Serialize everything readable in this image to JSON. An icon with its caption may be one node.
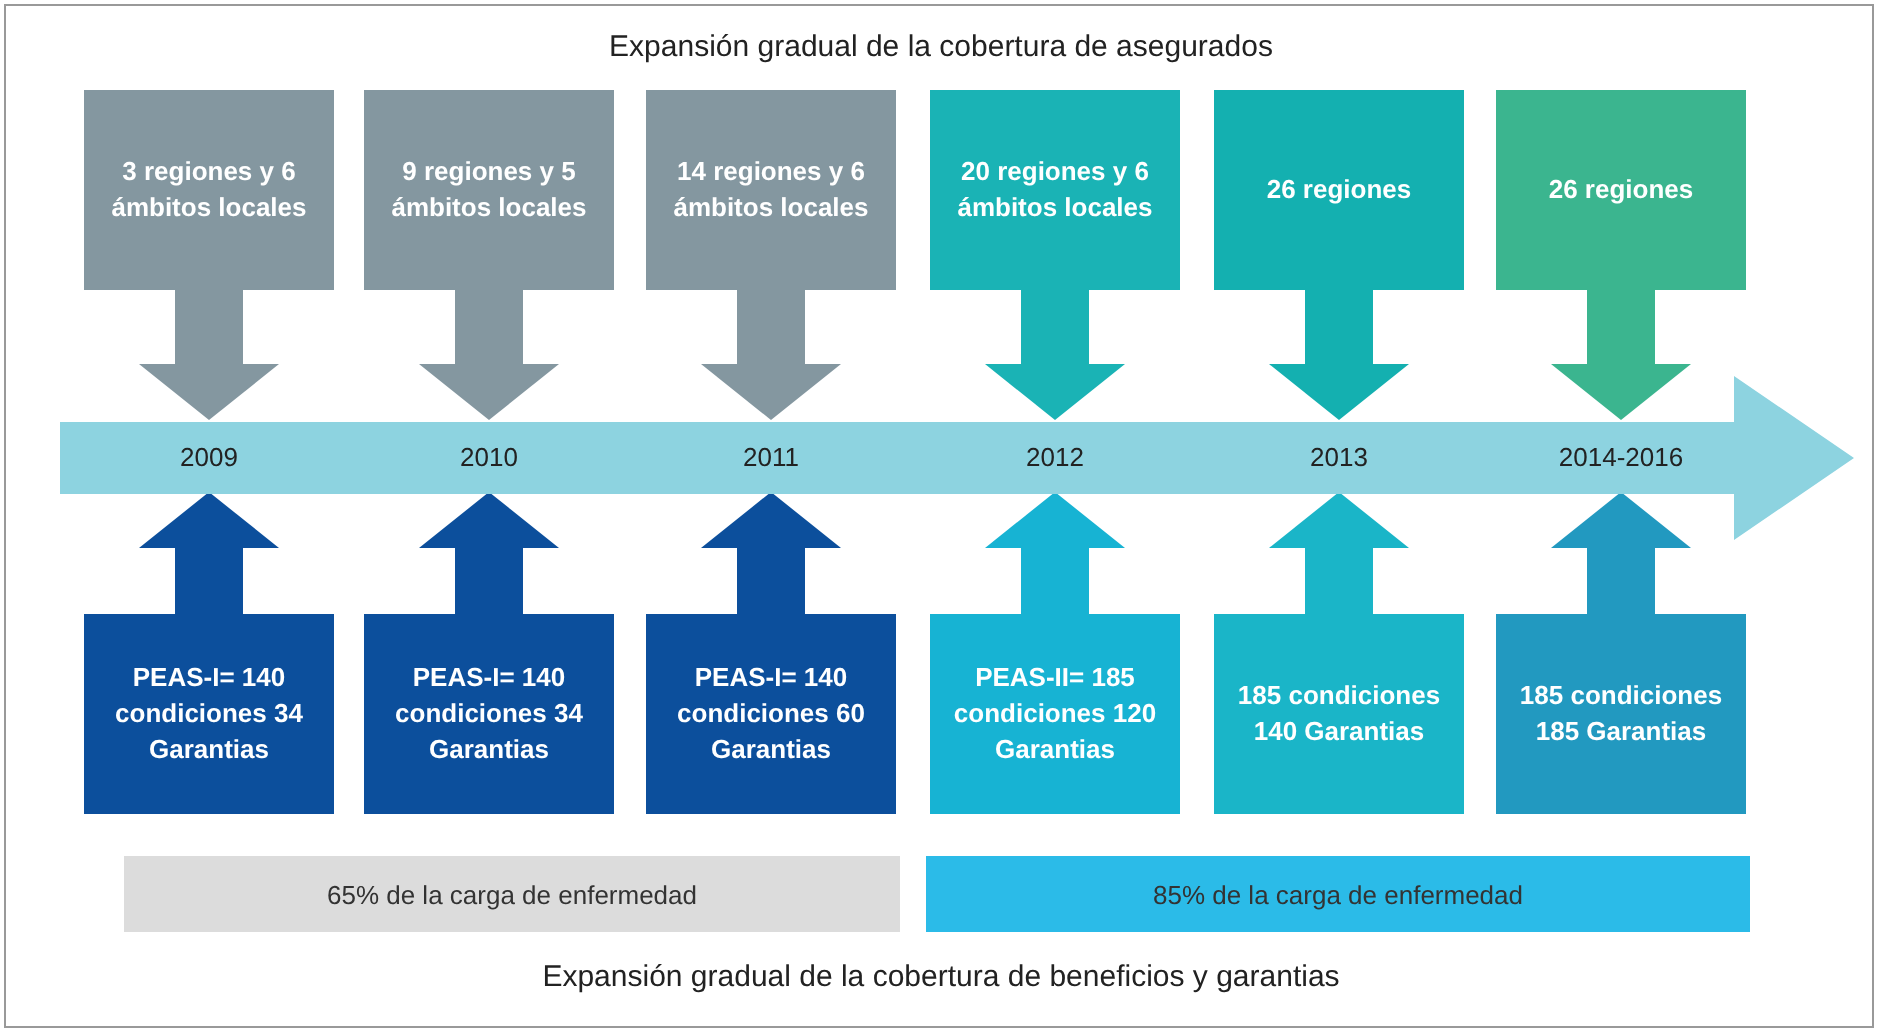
{
  "diagram": {
    "title": "Expansión gradual de la cobertura de asegurados",
    "caption": "Expansión gradual de la cobertura de beneficios y garantias",
    "nodes": [
      {
        "text": [
          "3 regiones y 6 ámbitos locales"
        ]
      },
      {
        "text": [
          "9 regiones y 5 ámbitos locales"
        ]
      },
      {
        "text": [
          "14 regiones y 6 ámbitos locales"
        ]
      },
      {
        "text": [
          "20 regiones y 6 ámbitos locales"
        ]
      },
      {
        "text": [
          "26 regiones"
        ]
      },
      {
        "text": [
          "26 regiones"
        ]
      },
      {
        "text": [],
        "shape": "arrow"
      },
      {
        "text": [
          "2009"
        ],
        "in": 6
      },
      {
        "text": [
          "2010"
        ],
        "in": 6
      },
      {
        "text": [
          "2011"
        ],
        "in": 6
      },
      {
        "text": [
          "2012"
        ],
        "in": 6
      },
      {
        "text": [
          "2013"
        ],
        "in": 6
      },
      {
        "text": [
          "2014-2016"
        ],
        "in": 6
      },
      {
        "text": [
          "PEAS-I= 140 condiciones 34 Garantias"
        ]
      },
      {
        "text": [
          "PEAS-I= 140 condiciones 34 Garantias"
        ]
      },
      {
        "text": [
          "PEAS-I= 140 condiciones 60 Garantias"
        ]
      },
      {
        "text": [
          "PEAS-II= 185 condiciones 120 Garantias"
        ]
      },
      {
        "text": [
          "185 condiciones 140 Garantias"
        ]
      },
      {
        "text": [
          "185 condiciones 185 Garantias"
        ]
      },
      {
        "text": [
          "65% de la carga de enfermedad"
        ]
      },
      {
        "text": [
          "85% de la carga de enfermedad"
        ]
      }
    ],
    "edges": [
      {
        "from": 0,
        "to": 7,
        "arrow": "to",
        "color": "#8497a0"
      },
      {
        "from": 1,
        "to": 8,
        "arrow": "to",
        "color": "#8497a0"
      },
      {
        "from": 2,
        "to": 9,
        "arrow": "to",
        "color": "#8497a0"
      },
      {
        "from": 3,
        "to": 10,
        "arrow": "to",
        "color": "#1ab3b5"
      },
      {
        "from": 4,
        "to": 11,
        "arrow": "to",
        "color": "#14b0b0"
      },
      {
        "from": 5,
        "to": 12,
        "arrow": "to",
        "color": "#3bb58f"
      },
      {
        "from": 13,
        "to": 7,
        "arrow": "to",
        "color": "#0c4f9c"
      },
      {
        "from": 14,
        "to": 8,
        "arrow": "to",
        "color": "#0c4f9c"
      },
      {
        "from": 15,
        "to": 9,
        "arrow": "to",
        "color": "#0c4f9c"
      },
      {
        "from": 16,
        "to": 10,
        "arrow": "to",
        "color": "#17b3d3"
      },
      {
        "from": 17,
        "to": 11,
        "arrow": "to",
        "color": "#1ab5c8"
      },
      {
        "from": 18,
        "to": 12,
        "arrow": "to",
        "color": "#2299c0"
      }
    ]
  }
}
